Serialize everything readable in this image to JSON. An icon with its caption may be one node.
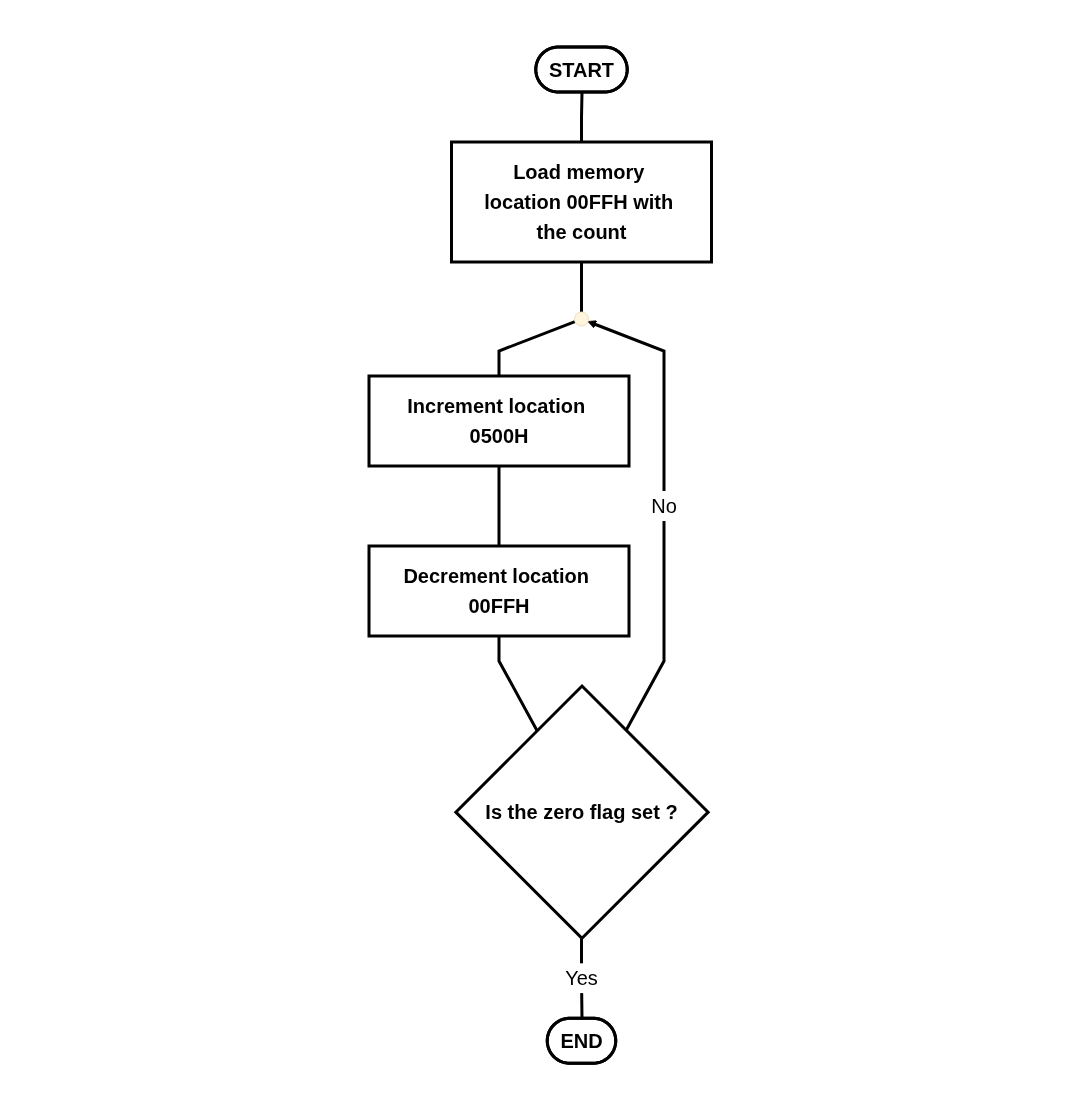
{
  "diagram": {
    "nodes": [
      {
        "text": [
          "START"
        ]
      },
      {
        "text": [
          "Load memory location 00FFH with the count"
        ]
      },
      {
        "text": [],
        "shape": "circle"
      },
      {
        "text": [
          "Increment location 0500H"
        ]
      },
      {
        "text": [
          "Decrement location 00FFH"
        ]
      },
      {
        "text": [
          "Is the zero flag set ?"
        ]
      },
      {
        "text": [
          "END"
        ]
      }
    ],
    "edges": [
      {
        "from": 0,
        "to": 1,
        "arrow": "none"
      },
      {
        "from": 1,
        "to": 2,
        "arrow": "none"
      },
      {
        "from": 2,
        "to": 3,
        "arrow": "none"
      },
      {
        "from": 3,
        "to": 4,
        "arrow": "none"
      },
      {
        "from": 4,
        "to": 5,
        "arrow": "none"
      },
      {
        "from": 5,
        "to": 2,
        "arrow": "to",
        "label": "No"
      },
      {
        "from": 5,
        "to": 6,
        "arrow": "none",
        "label": "Yes"
      }
    ]
  }
}
